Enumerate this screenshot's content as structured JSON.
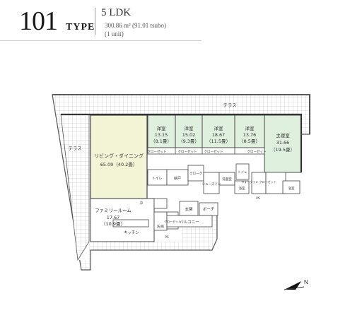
{
  "header": {
    "type_number": "101",
    "type_word": "TYPE",
    "layout": "5 LDK",
    "area": "300.86 m² (91.01 tsubo)",
    "units": "(1 unit)"
  },
  "rooms": {
    "terrace_top": "テラス",
    "terrace_left": "テラス",
    "living": {
      "name": "リビング・ダイニング",
      "size": "65.09（40.2畳）"
    },
    "bed1": {
      "name": "洋室",
      "size": "13.15",
      "tatami": "（8.1畳）"
    },
    "bed2": {
      "name": "洋室",
      "size": "15.02",
      "tatami": "（9.3畳）"
    },
    "bed3": {
      "name": "洋室",
      "size": "18.67",
      "tatami": "（11.5畳）"
    },
    "bed4": {
      "name": "洋室",
      "size": "13.76",
      "tatami": "（8.5畳）"
    },
    "master": {
      "name": "主寝室",
      "size": "31.66",
      "tatami": "（19.5畳）"
    },
    "family": {
      "name": "ファミリールーム",
      "size": "17.67",
      "tatami": "（10.9畳）"
    },
    "kitchen": "キッチン",
    "entrance": "玄関",
    "porch": "ポーチ",
    "balcony": "バルコニー",
    "closet1": "クローゼット",
    "closet2": "クローゼット",
    "closet3": "クローゼット",
    "closet4": "クローゼット",
    "closet5": "クローゼット",
    "storage": "納戸",
    "toilet1": "トイレ",
    "toilet2": "トイレ",
    "washroom": "洗面室",
    "bath1": "浴室",
    "bath2": "浴室",
    "shoes": "シューズイン",
    "cloak": "クローク",
    "walkin": "ウォークイン クローゼット",
    "laundry": "洗/乾",
    "pantry": "冷",
    "ps1": "PS",
    "ps2": "PS"
  },
  "compass": {
    "label": "N"
  }
}
